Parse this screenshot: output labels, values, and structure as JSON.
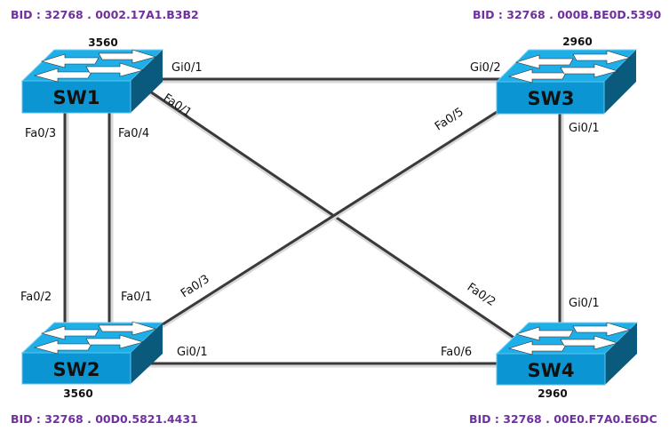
{
  "diagram": {
    "title": "Spanning Tree Topology",
    "colors": {
      "bid_text": "#7030a0",
      "switch_top": "#1eaee8",
      "switch_front": "#0b96d3",
      "switch_side": "#0a5a7e",
      "link": "#3a3a3a"
    },
    "switches": [
      {
        "id": "SW1",
        "name": "SW1",
        "model": "3560",
        "bid": "BID : 32768 . 0002.17A1.B3B2"
      },
      {
        "id": "SW2",
        "name": "SW2",
        "model": "3560",
        "bid": "BID : 32768 . 00D0.5821.4431"
      },
      {
        "id": "SW3",
        "name": "SW3",
        "model": "2960",
        "bid": "BID : 32768 . 000B.BE0D.5390"
      },
      {
        "id": "SW4",
        "name": "SW4",
        "model": "2960",
        "bid": "BID : 32768 . 00E0.F7A0.E6DC"
      }
    ],
    "links": [
      {
        "id": "sw1-sw3",
        "a": "SW1",
        "a_port": "Gi0/1",
        "b": "SW3",
        "b_port": "Gi0/2"
      },
      {
        "id": "sw2-sw4",
        "a": "SW2",
        "a_port": "Gi0/1",
        "b": "SW4",
        "b_port": "Fa0/6"
      },
      {
        "id": "sw1-sw2-a",
        "a": "SW1",
        "a_port": "Fa0/3",
        "b": "SW2",
        "b_port": "Fa0/2"
      },
      {
        "id": "sw1-sw2-b",
        "a": "SW1",
        "a_port": "Fa0/4",
        "b": "SW2",
        "b_port": "Fa0/1"
      },
      {
        "id": "sw3-sw4",
        "a": "SW3",
        "a_port": "Gi0/1",
        "b": "SW4",
        "b_port": "Gi0/1"
      },
      {
        "id": "sw1-sw4",
        "a": "SW1",
        "a_port": "Fa0/1",
        "b": "SW4",
        "b_port": "Fa0/2"
      },
      {
        "id": "sw3-sw2",
        "a": "SW3",
        "a_port": "Fa0/5",
        "b": "SW2",
        "b_port": "Fa0/3"
      }
    ]
  }
}
